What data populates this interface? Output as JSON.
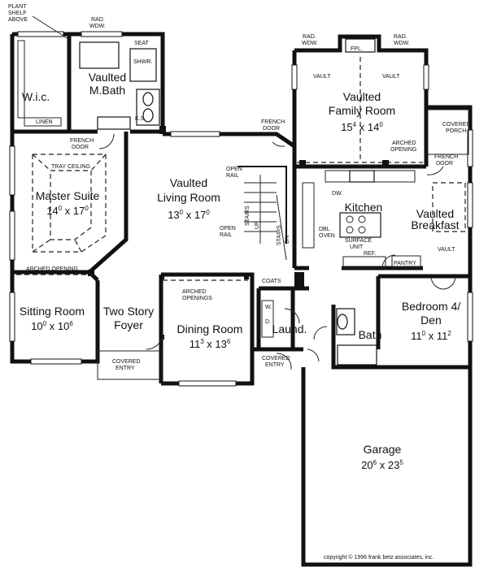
{
  "rooms": {
    "wic": {
      "name": "W.i.c."
    },
    "master_bath": {
      "line1": "Vaulted",
      "line2": "M.Bath"
    },
    "master_suite": {
      "name": "Master Suite",
      "w": "14",
      "wf": "0",
      "d": "17",
      "df": "0"
    },
    "living_room": {
      "line1": "Vaulted",
      "line2": "Living Room",
      "w": "13",
      "wf": "0",
      "d": "17",
      "df": "0"
    },
    "family_room": {
      "line1": "Vaulted",
      "line2": "Family Room",
      "w": "15",
      "wf": "4",
      "d": "14",
      "df": "0"
    },
    "kitchen": {
      "name": "Kitchen"
    },
    "breakfast": {
      "line1": "Vaulted",
      "line2": "Breakfast"
    },
    "sitting_room": {
      "name": "Sitting Room",
      "w": "10",
      "wf": "0",
      "d": "10",
      "df": "6"
    },
    "foyer": {
      "line1": "Two Story",
      "line2": "Foyer"
    },
    "dining_room": {
      "name": "Dining Room",
      "w": "11",
      "wf": "3",
      "d": "13",
      "df": "6"
    },
    "laundry": {
      "name": "Laund."
    },
    "bath": {
      "name": "Bath"
    },
    "bedroom4": {
      "line1": "Bedroom 4/",
      "line2": "Den",
      "w": "11",
      "wf": "0",
      "d": "11",
      "df": "2"
    },
    "garage": {
      "name": "Garage",
      "w": "20",
      "wf": "6",
      "d": "23",
      "df": "5"
    }
  },
  "notes": {
    "plant_shelf_1": "PLANT",
    "plant_shelf_2": "SHELF",
    "plant_shelf_3": "ABOVE",
    "rad_wdw_top": "RAD.",
    "rad_wdw_bottom": "WDW.",
    "seat": "SEAT",
    "shwr": "SHWR.",
    "ks": "K.S.",
    "linen": "LINEN",
    "fpl": "FPL.",
    "vault": "VAULT",
    "french_door_1": "FRENCH",
    "french_door_2": "DOOR",
    "covered_porch_1": "COVERED",
    "covered_porch_2": "PORCH",
    "arched_opening_1": "ARCHED",
    "arched_opening_2": "OPENING",
    "tray_ceiling": "TRAY CEILING",
    "open_rail_1": "OPEN",
    "open_rail_2": "RAIL",
    "stairs": "STAIRS",
    "up": "UP",
    "dn": "DN",
    "dw": "DW.",
    "dbl_oven_1": "DBL",
    "dbl_oven_2": "OVEN",
    "surface_unit_1": "SURFACE",
    "surface_unit_2": "UNIT",
    "ref": "REF.",
    "pantry": "PANTRY",
    "arched_opening_master": "ARCHED OPENING",
    "arched_openings_1": "ARCHED",
    "arched_openings_2": "OPENINGS",
    "coats": "COATS",
    "covered_entry_1": "COVERED",
    "covered_entry_2": "ENTRY",
    "wd": "W.",
    "wd2": "D.",
    "copyright": "copyright © 1996 frank betz associates, inc."
  }
}
